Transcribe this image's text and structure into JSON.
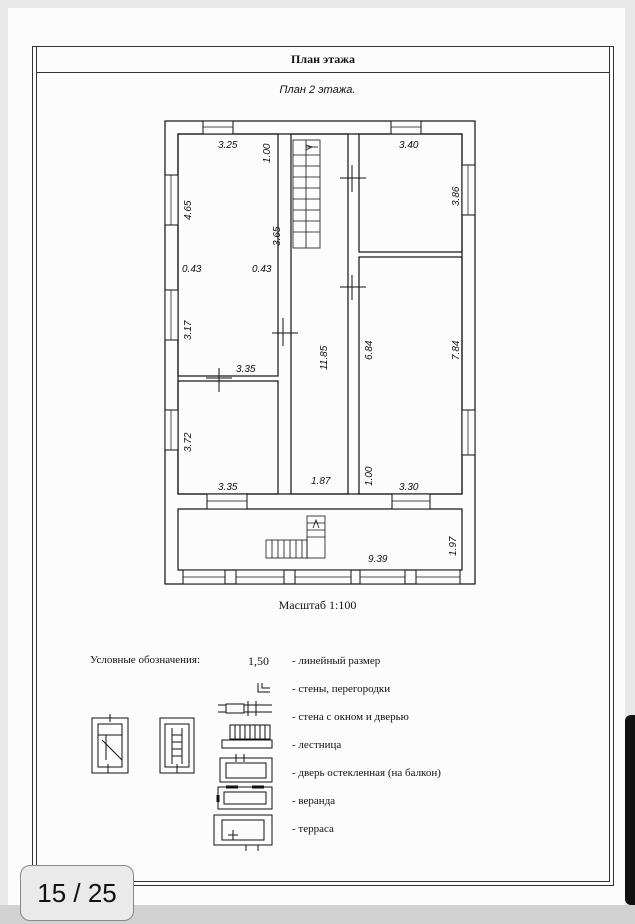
{
  "sheet": {
    "header_title": "План этажа",
    "plan_title": "План 2 этажа.",
    "scale_label": "Масштаб 1:100"
  },
  "dimensions": {
    "d_325": "3.25",
    "d_100_top": "1.00",
    "d_465": "4.65",
    "d_365": "3.65",
    "d_043_left": "0.43",
    "d_043_right": "0.43",
    "d_317": "3.17",
    "d_335_mid": "3.35",
    "d_372": "3.72",
    "d_335_bottom": "3.35",
    "d_1185": "11.85",
    "d_187": "1.87",
    "d_340": "3.40",
    "d_386": "3.86",
    "d_684": "6.84",
    "d_784": "7.84",
    "d_100_bottom": "1.00",
    "d_330": "3.30",
    "d_939": "9.39",
    "d_197": "1.97"
  },
  "legend": {
    "title": "Условные обозначения:",
    "sample_value": "1,50",
    "items": [
      "- линейный размер",
      "- стены, перегородки",
      "- стена с окном и дверью",
      "- лестница",
      "- дверь остекленная (на балкон)",
      "- веранда",
      "- терраса"
    ]
  },
  "pager": {
    "label": "15 / 25"
  },
  "colors": {
    "line": "#111111",
    "paper": "#fcfcfc",
    "background": "#e9e9e9"
  }
}
